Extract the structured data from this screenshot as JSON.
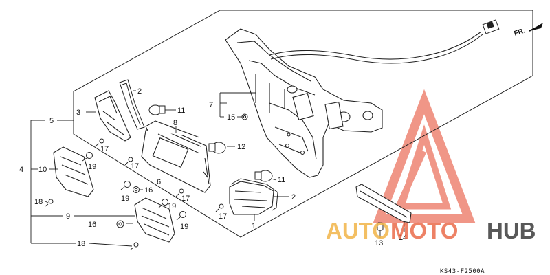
{
  "diagram": {
    "part_code": "KS43-F2500A",
    "direction_label": "FR.",
    "callouts": {
      "c1": "1",
      "c2a": "2",
      "c2b": "2",
      "c3": "3",
      "c4": "4",
      "c5": "5",
      "c6": "6",
      "c7": "7",
      "c8": "8",
      "c9": "9",
      "c10": "10",
      "c11a": "11",
      "c11b": "11",
      "c12": "12",
      "c13": "13",
      "c14": "14",
      "c15": "15",
      "c16a": "16",
      "c16b": "16",
      "c17a": "17",
      "c17b": "17",
      "c17c": "17",
      "c17d": "17",
      "c18a": "18",
      "c18b": "18",
      "c19a": "19",
      "c19b": "19",
      "c19c": "19",
      "c19d": "19"
    }
  },
  "watermark": {
    "word_1": "AUTO",
    "word_2": "MOTO",
    "word_3": "HUB",
    "colors": {
      "auto": "#f2b548",
      "moto": "#e9623f",
      "hub": "#3b3b3b",
      "triangle": "#e9623f"
    }
  }
}
